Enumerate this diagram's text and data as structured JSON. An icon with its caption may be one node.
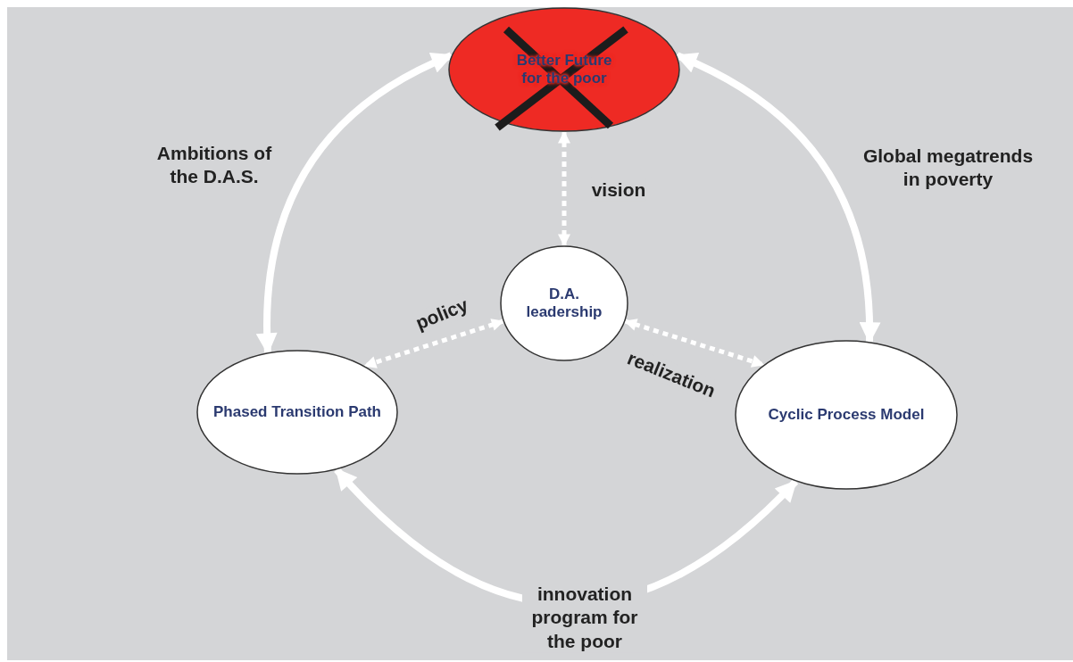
{
  "diagram": {
    "nodes": [
      {
        "text": [
          "Better Future for the poor"
        ]
      },
      {
        "text": [
          "D.A. leadership"
        ]
      },
      {
        "text": [
          "Phased Transition Path"
        ]
      },
      {
        "text": [
          "Cyclic Process Model"
        ]
      }
    ],
    "edges": [
      {
        "from": 0,
        "to": 2,
        "arrow": "both",
        "label": "Ambitions of the D.A.S."
      },
      {
        "from": 0,
        "to": 3,
        "arrow": "both",
        "label": "Global megatrends in poverty"
      },
      {
        "from": 2,
        "to": 3,
        "arrow": "both",
        "label": "innovation program for the poor"
      },
      {
        "from": 0,
        "to": 1,
        "arrow": "both",
        "label": "vision",
        "style": "dashed"
      },
      {
        "from": 1,
        "to": 2,
        "arrow": "both",
        "label": "policy",
        "style": "dashed"
      },
      {
        "from": 1,
        "to": 3,
        "arrow": "both",
        "label": "realization",
        "style": "dashed"
      }
    ]
  }
}
